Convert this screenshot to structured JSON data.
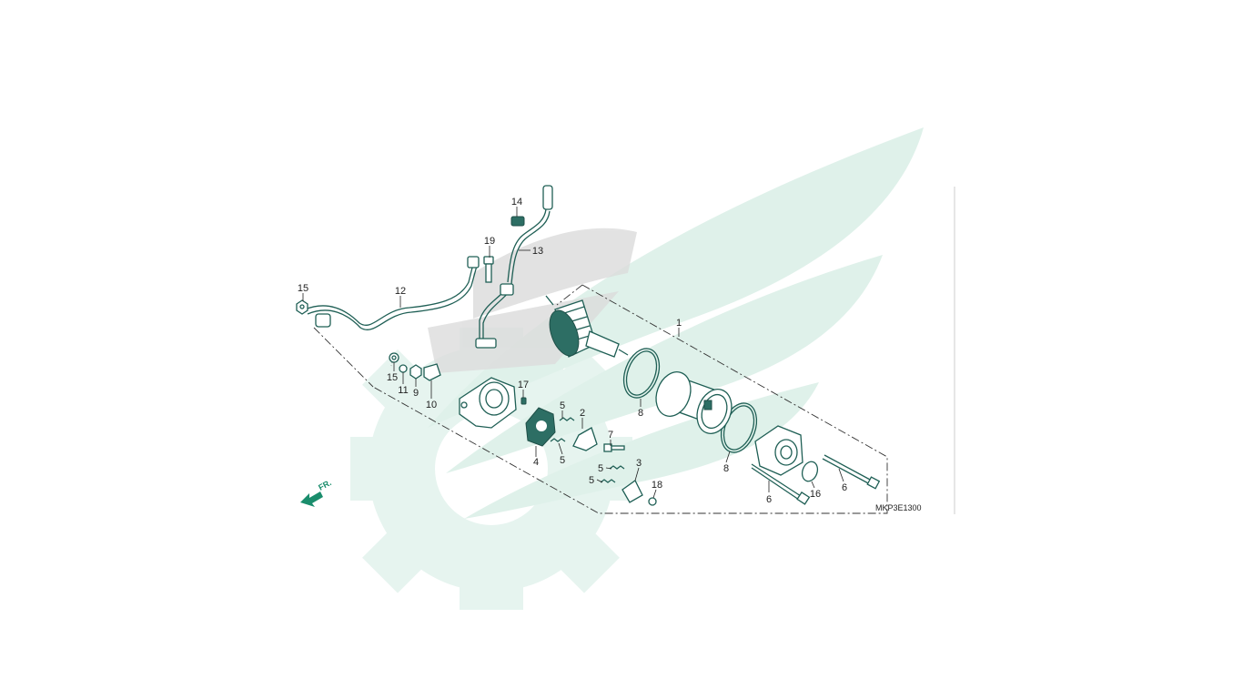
{
  "diagram": {
    "drawing_code": "MKP3E1300",
    "front_marker": "FR.",
    "accent_color": "#1a8d6c",
    "watermark_color": "#e3f3ee",
    "watermark": "wing-and-gear-logo",
    "callouts": {
      "c1": "1",
      "c2": "2",
      "c3": "3",
      "c4": "4",
      "c5a": "5",
      "c5b": "5",
      "c5c": "5",
      "c5d": "5",
      "c6a": "6",
      "c6b": "6",
      "c7": "7",
      "c8a": "8",
      "c8b": "8",
      "c9": "9",
      "c10": "10",
      "c11": "11",
      "c12": "12",
      "c13": "13",
      "c14": "14",
      "c15a": "15",
      "c15b": "15",
      "c16": "16",
      "c17": "17",
      "c18": "18",
      "c19": "19"
    }
  }
}
